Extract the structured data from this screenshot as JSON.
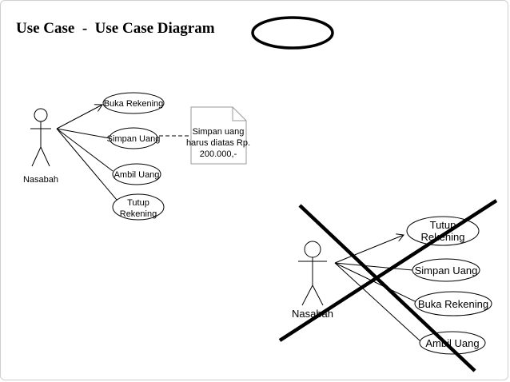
{
  "slide": {
    "title": "Use Case  -  Use Case Diagram",
    "title_symbol": "use-case-ellipse-symbol"
  },
  "correct_diagram": {
    "actor": "Nasabah",
    "use_cases": [
      {
        "id": "buka",
        "lines": [
          "Buka Rekening"
        ]
      },
      {
        "id": "simpan",
        "lines": [
          "Simpan Uang"
        ]
      },
      {
        "id": "ambil",
        "lines": [
          "Ambil Uang"
        ]
      },
      {
        "id": "tutup",
        "lines": [
          "Tutup",
          "Rekening"
        ]
      }
    ],
    "note": {
      "lines": [
        "Simpan uang",
        "harus diatas Rp.",
        "200.000,-"
      ],
      "attached_to": "simpan"
    }
  },
  "incorrect_diagram": {
    "actor": "Nasabah",
    "use_cases": [
      {
        "id": "tutup",
        "lines": [
          "Tutup",
          "Rekening"
        ],
        "arrow": true
      },
      {
        "id": "simpan",
        "lines": [
          "Simpan Uang"
        ],
        "arrow": false
      },
      {
        "id": "buka",
        "lines": [
          "Buka Rekening"
        ],
        "arrow": false
      },
      {
        "id": "ambil",
        "lines": [
          "Ambil Uang"
        ],
        "arrow": false
      }
    ],
    "crossed_out": true
  }
}
